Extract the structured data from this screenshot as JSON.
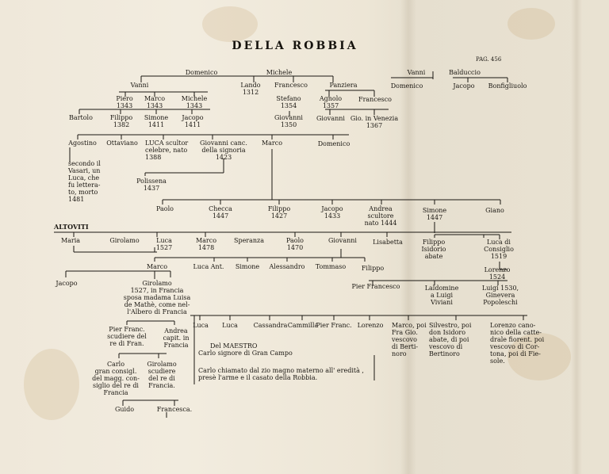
{
  "title": "DELLA ROBBIA",
  "page_ref": "PAG. 456",
  "gen1": {
    "domenico": "Domenico",
    "michele": "Michele",
    "vanni_r": "Vanni",
    "balduccio": "Balduccio"
  },
  "gen2": {
    "vanni": "Vanni",
    "lando": "Lando\n1312",
    "francesco": "Francesco",
    "panziera": "Panziera",
    "domenico_r": "Domenico",
    "jacopo_r": "Jacopo",
    "bonfigliuolo": "Bonfigliuolo"
  },
  "gen3": {
    "piero": "Piero\n1343",
    "marco": "Marco\n1343",
    "michele": "Michele\n1343",
    "stefano": "Stefano\n1354",
    "agnolo": "Agnolo\n1357",
    "francesco2": "Francesco"
  },
  "gen4": {
    "bartolo": "Bartolo",
    "filippo": "Filippo\n1382",
    "simone": "Simone\n1411",
    "jacopo": "Jacopo\n1411",
    "giovanni1350": "Giovanni\n1350",
    "giovanni": "Giovanni",
    "gio_venezia": "Gio. in Venezia\n1367"
  },
  "gen5": {
    "agostino": "Agostino",
    "ottaviano": "Ottaviano",
    "luca": "LUCA scultor\ncelebre, nato\n1388",
    "giovanni_canc": "Giovanni canc.\ndella signoria\n1423",
    "marco": "Marco",
    "domenico": "Domenico"
  },
  "agostino_note": "secondo il\nVasari, un\nLuca, che\nfu lettera-\nto, morto\n1481",
  "polissena": "Polissena\n1437",
  "gen6": {
    "paolo": "Paolo",
    "checca": "Checca\n1447",
    "filippo": "Filippo\n1427",
    "jacopo": "Jacopo\n1433",
    "andrea": "Andrea\nscultore\nnato 1444",
    "simone": "Simone\n1447",
    "giano": "Giano"
  },
  "altoviti": "ALTOVITI",
  "gen7": {
    "maria": "Maria",
    "girolamo": "Girolamo",
    "luca": "Luca\n1527",
    "marco": "Marco\n1478",
    "speranza": "Speranza",
    "paolo": "Paolo\n1470",
    "giovanni": "Giovanni",
    "lisabetta": "Lisabetta",
    "filippo_isidorio": "Filippo\nIsidorio\nabate",
    "luca_consiglio": "Luca di\nConsiglio\n1519"
  },
  "gen8": {
    "marco": "Marco",
    "luca_ant": "Luca Ant.",
    "simone": "Simone",
    "alessandro": "Alessandro",
    "tommaso": "Tommaso",
    "filippo": "Filippo",
    "lorenzo": "Lorenzo\n1524"
  },
  "gen9": {
    "jacopo": "Jacopo",
    "girolamo": "Girolamo\n1527, in Francia\nsposa madama Luisa\nde Mathè, come nel-\nl'Albero di Francia",
    "pier_francesco": "Pier Francesco",
    "laldomine": "Laldomine\na Luigi\nViviani",
    "luigi": "Luigi 1530,\nGinevera\nPopoleschi"
  },
  "gen10": {
    "pier_franc": "Pier Franc.\nscudiere del\nre di Fran.",
    "andrea": "Andrea\ncapit. in\nFrancia",
    "carlo": "Carlo\ngran consigl.\ndel magg. con-\nsiglio del re di\nFrancia",
    "girolamo": "Girolamo\nscudiere\ndel re di\nFrancia.",
    "guido": "Guido",
    "francesca": "Francesca."
  },
  "luigi_children": {
    "luca1": "Luca",
    "luca2": "Luca",
    "cassandra": "Cassandra",
    "cammilla": "Cammilla",
    "pier_franc": "Pier Franc.",
    "lorenzo": "Lorenzo",
    "marco": "Marco, poi\nFra Gio.\nvescovo\ndi Berti-\nnoro",
    "silvestro": "Silvestro, poi\ndon Isidoro\nabate, di poi\nvescovo di\nBertinoro",
    "lorenzo_canonico": "Lorenzo cano-\nnico della catte-\ndrale fiorent. poi\nvescovo di Cor-\ntona, poi di Fie-\nsole."
  },
  "maestro": {
    "label": "Del MAESTRO",
    "carlo1": "Carlo signore di Gran Campo",
    "carlo2": "Carlo chiamato dal zio magno materno all' eredità ,\npresè l'arme e il casato della Robbia."
  }
}
